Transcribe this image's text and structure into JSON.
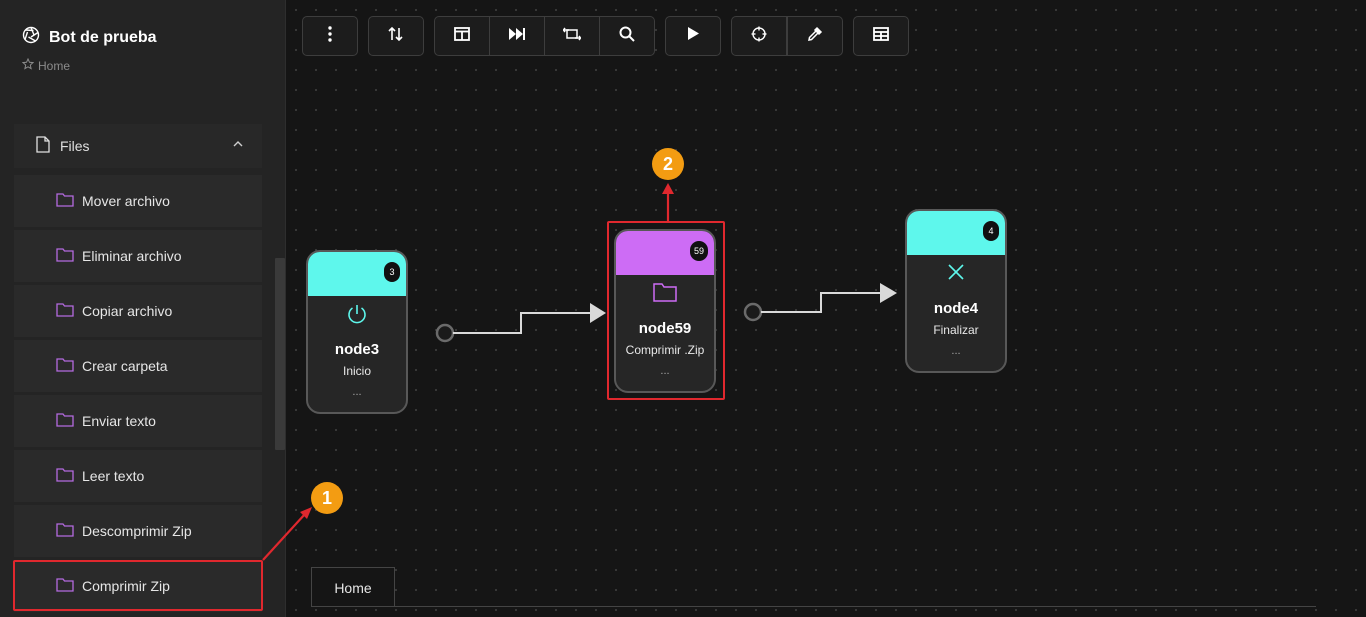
{
  "app": {
    "title": "Bot de prueba",
    "breadcrumb": "Home"
  },
  "sidebar": {
    "section": "Files",
    "items": [
      {
        "label": "Mover archivo"
      },
      {
        "label": "Eliminar archivo"
      },
      {
        "label": "Copiar archivo"
      },
      {
        "label": "Crear carpeta"
      },
      {
        "label": "Enviar texto"
      },
      {
        "label": "Leer texto"
      },
      {
        "label": "Descomprimir Zip"
      },
      {
        "label": "Comprimir Zip"
      }
    ]
  },
  "toolbar": {
    "icons": [
      "more-vertical-icon",
      "sort-icon",
      "layout-icon",
      "fast-forward-icon",
      "swap-icon",
      "search-icon",
      "play-icon",
      "crosshair-icon",
      "eyedropper-icon",
      "table-icon"
    ]
  },
  "nodes": [
    {
      "id": "node3",
      "badge": "3",
      "desc": "Inicio",
      "more": "...",
      "color": "#5ef7ec",
      "icon": "power-icon"
    },
    {
      "id": "node59",
      "badge": "59",
      "desc": "Comprimir .Zip",
      "more": "...",
      "color": "#cd6cf5",
      "icon": "folder-icon"
    },
    {
      "id": "node4",
      "badge": "4",
      "desc": "Finalizar",
      "more": "...",
      "color": "#5ef7ec",
      "icon": "close-icon"
    }
  ],
  "tabs": [
    {
      "label": "Home"
    }
  ],
  "annotations": {
    "marker1": "1",
    "marker2": "2"
  },
  "colors": {
    "accent_purple": "#b56ae0",
    "accent_cyan": "#5ef7ec",
    "highlight_red": "#e0282e",
    "marker_orange": "#f39c12"
  }
}
